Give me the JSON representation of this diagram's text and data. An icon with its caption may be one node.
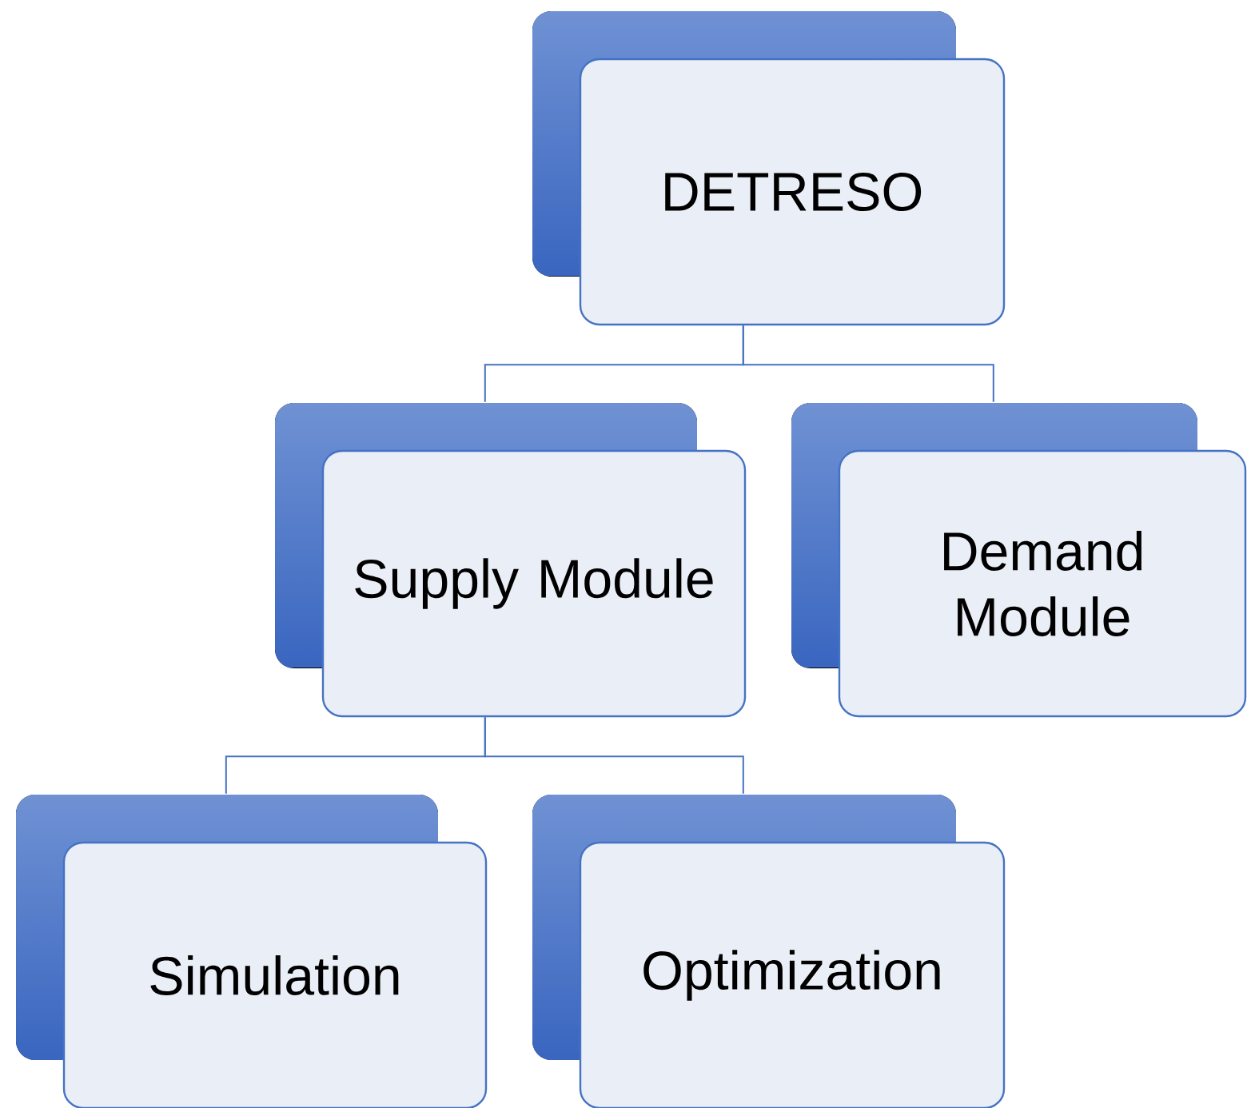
{
  "diagram": {
    "nodes": [
      {
        "text": [
          "DETRESO"
        ]
      },
      {
        "text": [
          "Supply Module"
        ]
      },
      {
        "text": [
          "Demand Module"
        ]
      },
      {
        "text": [
          "Simulation"
        ]
      },
      {
        "text": [
          "Optimization"
        ]
      }
    ],
    "edges": [
      {
        "from": 0,
        "to": 1,
        "arrow": "none"
      },
      {
        "from": 0,
        "to": 2,
        "arrow": "none"
      },
      {
        "from": 1,
        "to": 3,
        "arrow": "none"
      },
      {
        "from": 1,
        "to": 4,
        "arrow": "none"
      }
    ]
  }
}
